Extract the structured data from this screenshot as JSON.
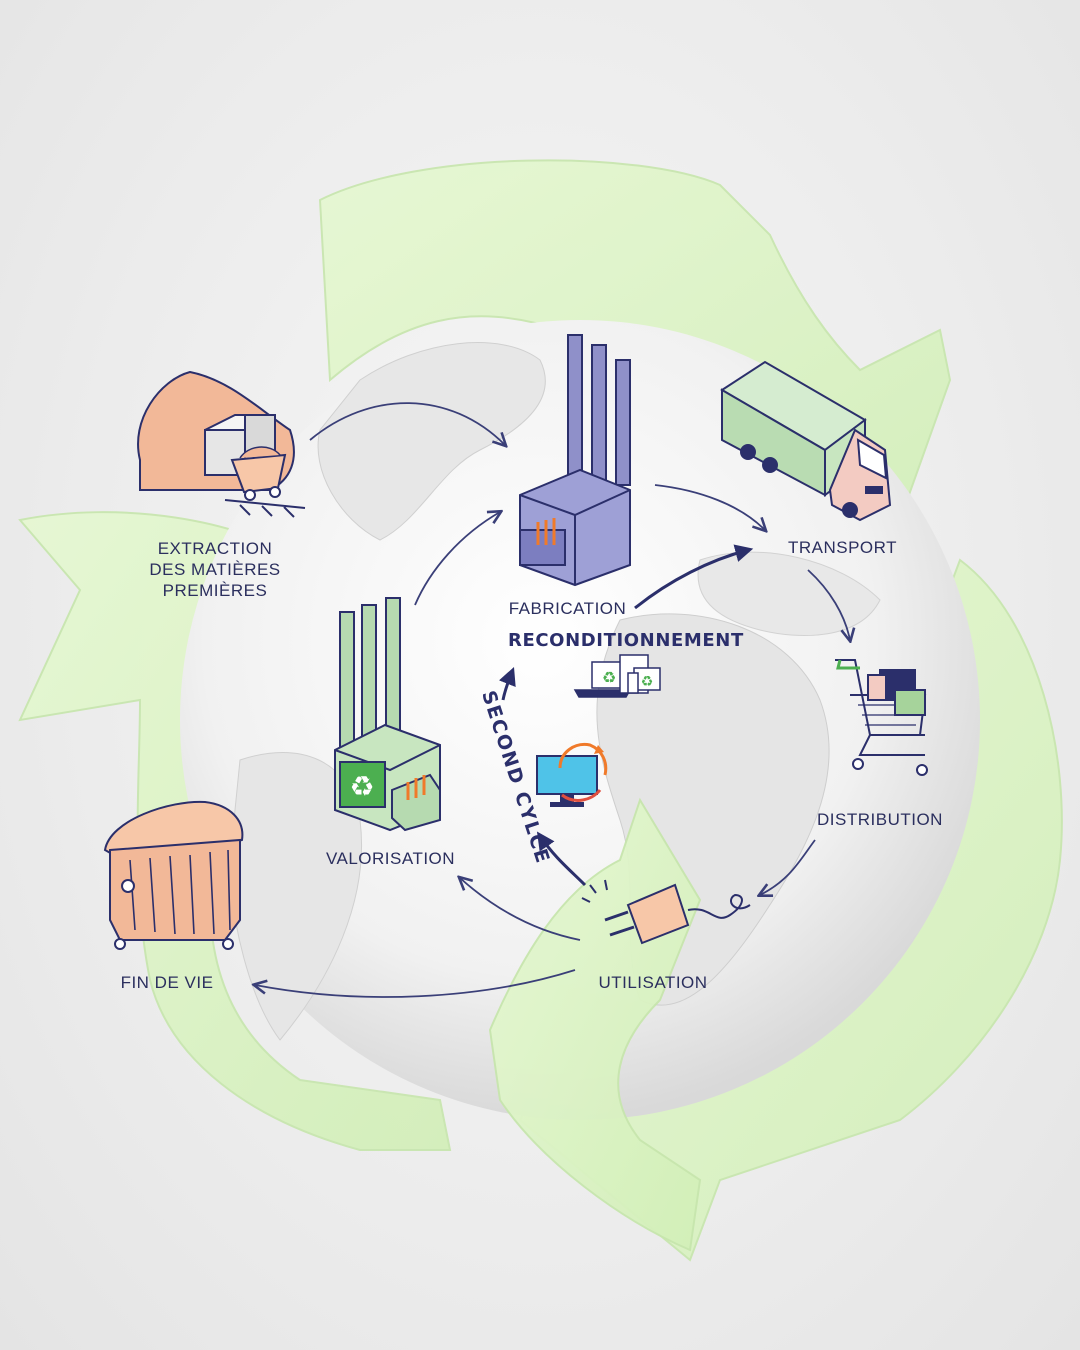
{
  "diagram": {
    "nodes": [
      {
        "id": "extraction",
        "label": "EXTRACTION\nDES MATIÈRES\nPREMIÈRES",
        "icon": "mine-icon"
      },
      {
        "id": "fabrication",
        "label": "FABRICATION",
        "icon": "factory-icon"
      },
      {
        "id": "transport",
        "label": "TRANSPORT",
        "icon": "truck-icon"
      },
      {
        "id": "distribution",
        "label": "DISTRIBUTION",
        "icon": "shopping-cart-icon"
      },
      {
        "id": "utilisation",
        "label": "UTILISATION",
        "icon": "plug-icon"
      },
      {
        "id": "valorisation",
        "label": "VALORISATION",
        "icon": "recycling-factory-icon"
      },
      {
        "id": "fin_de_vie",
        "label": "FIN DE VIE",
        "icon": "dumpster-icon"
      }
    ],
    "reconditionnement": "RECONDITIONNEMENT",
    "second_cycle": "SECOND CYLCE",
    "colors": {
      "arrow_green": "#dcf5c4",
      "dark_navy": "#2b2f6b",
      "factory_purple": "#9ea0d6",
      "factory_green": "#c8e6c0",
      "peach": "#f7c7a8",
      "recycle_green": "#4caf50",
      "screen_blue": "#4fc3e8",
      "refresh_orange": "#f07a2a"
    }
  }
}
